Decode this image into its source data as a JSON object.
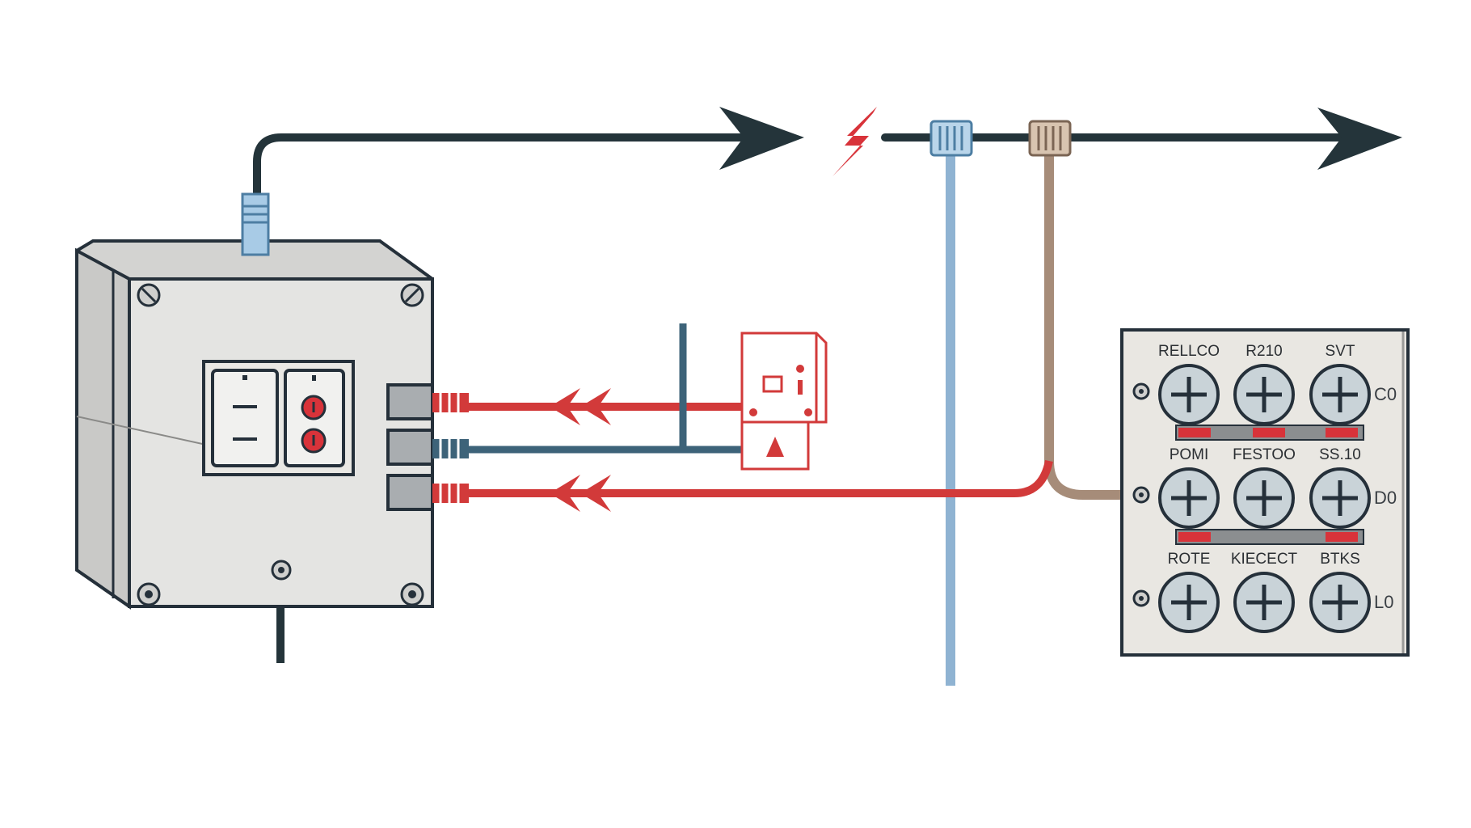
{
  "colors": {
    "outline": "#25303a",
    "black_cable": "#24343a",
    "red_cable": "#d23a3a",
    "blue_cable": "#3d6379",
    "light_blue_cable": "#8fb3d2",
    "tan_cable": "#a68c79",
    "enclosure_fill": "#e4e4e2",
    "panel_fill": "#e9e7e2",
    "terminal_fill": "#c9d3d8",
    "spark": "#d8333a"
  },
  "icons": {
    "enclosure_screws": "screw-icon",
    "lightning": "lightning-icon",
    "terminal": "plus-terminal-icon",
    "warning": "warning-triangle-icon"
  },
  "terminal_panel": {
    "rows": [
      {
        "labels": [
          "RELLCO",
          "R210",
          "SVT"
        ],
        "side_label": "C0"
      },
      {
        "labels": [
          "POMI",
          "FESTOO",
          "SS.10"
        ],
        "side_label": "D0"
      },
      {
        "labels": [
          "ROTE",
          "KIECECT",
          "BTKS"
        ],
        "side_label": "L0"
      }
    ]
  }
}
